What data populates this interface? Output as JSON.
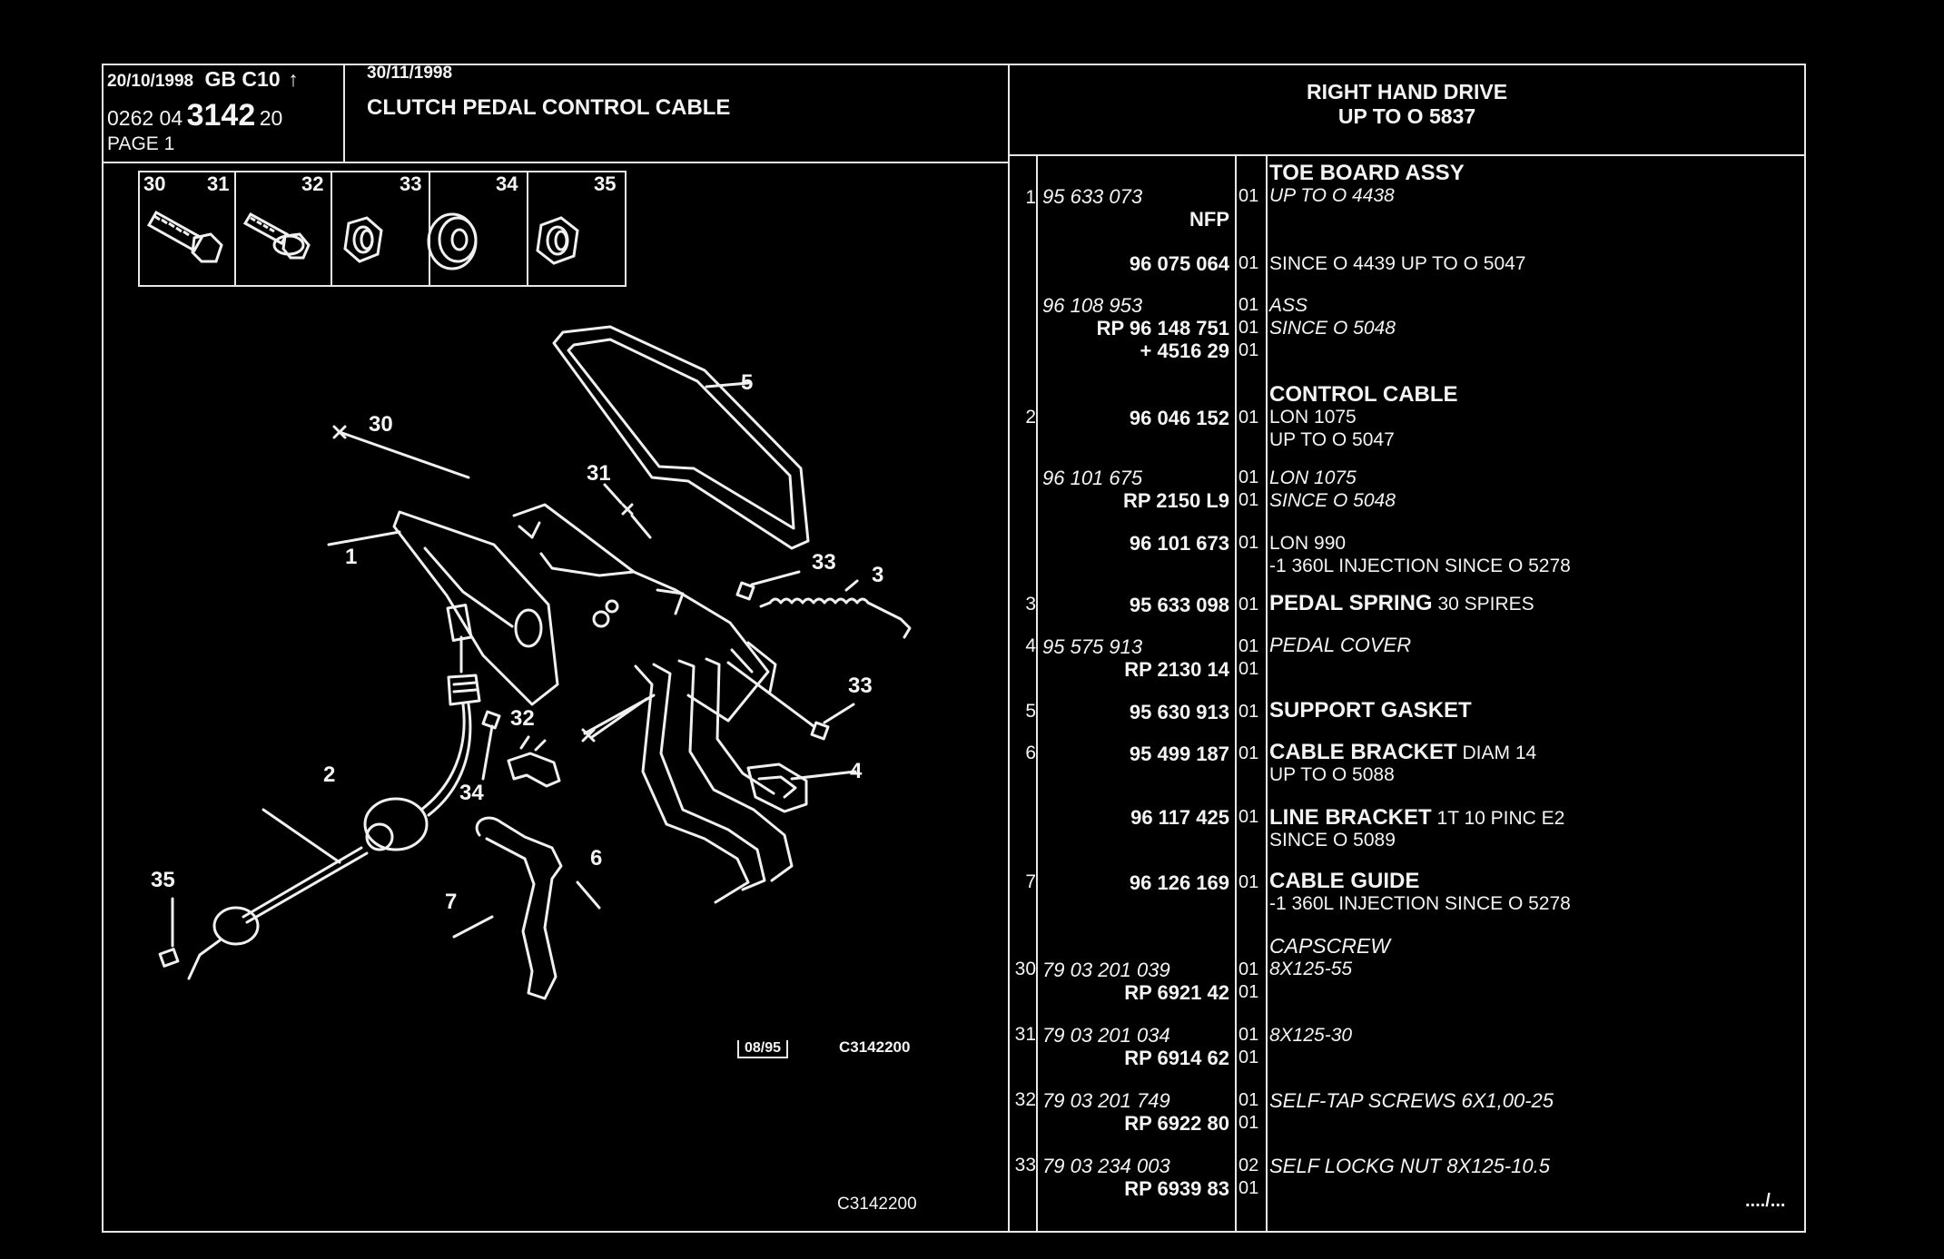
{
  "header": {
    "date1": "20/10/1998",
    "code": "GB C10",
    "arrow": "↑",
    "ref_prefix": "0262 04",
    "ref_main": "3142",
    "ref_suffix": "20",
    "page": "PAGE 1",
    "date2": "30/11/1998",
    "title": "CLUTCH PEDAL CONTROL CABLE",
    "drive_line1": "RIGHT HAND DRIVE",
    "drive_line2": "UP TO O 5837"
  },
  "thumbs": [
    {
      "a": "30",
      "b": "31",
      "icon": "bolt-icon"
    },
    {
      "b": "32",
      "icon": "flanged-bolt-icon"
    },
    {
      "b": "33",
      "icon": "nut-icon"
    },
    {
      "b": "34",
      "icon": "washer-icon"
    },
    {
      "b": "35",
      "icon": "lock-nut-icon"
    }
  ],
  "callouts": [
    "5",
    "30",
    "31",
    "1",
    "33",
    "3",
    "33",
    "32",
    "2",
    "34",
    "4",
    "6",
    "7",
    "35"
  ],
  "footer": {
    "badge": "08/95",
    "drawing_code": "C3142200",
    "page_code": "C3142200",
    "continued": "..../..."
  },
  "parts": [
    {
      "ref": "1",
      "pn1": "95 633 073",
      "pn1_italic": true,
      "pn2": "NFP",
      "q1": "01",
      "q2": "",
      "name": "TOE BOARD ASSY",
      "d1": "UP TO O 4438",
      "d1_italic": true,
      "d2": ""
    },
    {
      "ref": "",
      "pn1": "96 075 064",
      "pn1_bold_right": true,
      "pn2": "",
      "q1": "01",
      "q2": "",
      "name": "",
      "d1": "SINCE O 4439 UP TO O 5047",
      "d2": ""
    },
    {
      "ref": "",
      "pn1": "96 108 953",
      "pn1_italic": true,
      "pn2": "RP 96 148 751",
      "pn3": "+ 4516 29",
      "q1": "01",
      "q2": "01",
      "q3": "01",
      "name": "",
      "d1": "ASS",
      "d1_italic": true,
      "d2": "SINCE O 5048",
      "d2_italic": true
    },
    {
      "ref": "2",
      "pn1": "96 046 152",
      "pn1_bold_right": true,
      "pn2": "",
      "q1": "01",
      "q2": "",
      "name": "CONTROL CABLE",
      "d1": "LON 1075",
      "d2": "UP TO O 5047"
    },
    {
      "ref": "",
      "pn1": "96 101 675",
      "pn1_italic": true,
      "pn2": "RP 2150 L9",
      "q1": "01",
      "q2": "01",
      "name": "",
      "d1": "LON 1075",
      "d1_italic": true,
      "d2": "SINCE O 5048",
      "d2_italic": true
    },
    {
      "ref": "",
      "pn1": "96 101 673",
      "pn1_bold_right": true,
      "pn2": "",
      "q1": "01",
      "q2": "",
      "name": "",
      "d1": "LON 990",
      "d2": "-1 360L INJECTION SINCE O 5278"
    },
    {
      "ref": "3",
      "pn1": "95 633 098",
      "pn1_bold_right": true,
      "pn2": "",
      "q1": "01",
      "q2": "",
      "name": "PEDAL SPRING",
      "name_suffix": "30 SPIRES",
      "d1": "",
      "d2": ""
    },
    {
      "ref": "4",
      "pn1": "95 575 913",
      "pn1_italic": true,
      "pn2": "RP 2130 14",
      "q1": "01",
      "q2": "01",
      "name": "",
      "d1": "PEDAL COVER",
      "d1_italic": true,
      "d2": ""
    },
    {
      "ref": "5",
      "pn1": "95 630 913",
      "pn1_bold_right": true,
      "pn2": "",
      "q1": "01",
      "q2": "",
      "name": "SUPPORT GASKET",
      "d1": "",
      "d2": ""
    },
    {
      "ref": "6",
      "pn1": "95 499 187",
      "pn1_bold_right": true,
      "pn2": "",
      "q1": "01",
      "q2": "",
      "name": "CABLE BRACKET",
      "name_suffix": "DIAM 14",
      "d1": "UP TO O 5088",
      "d2": ""
    },
    {
      "ref": "",
      "pn1": "96 117 425",
      "pn1_bold_right": true,
      "pn2": "",
      "q1": "01",
      "q2": "",
      "name": "LINE BRACKET",
      "name_suffix": "1T 10 PINC E2",
      "d1": "SINCE O 5089",
      "d2": ""
    },
    {
      "ref": "7",
      "pn1": "96 126 169",
      "pn1_bold_right": true,
      "pn2": "",
      "q1": "01",
      "q2": "",
      "name": "CABLE GUIDE",
      "d1": "-1 360L INJECTION SINCE O 5278",
      "d2": ""
    },
    {
      "ref": "30",
      "pn1": "79 03 201 039",
      "pn1_italic": true,
      "pn2": "RP 6921 42",
      "q1": "01",
      "q2": "01",
      "name_italic": "CAPSCREW",
      "d1": "8X125-55",
      "d1_italic": true,
      "d2": ""
    },
    {
      "ref": "31",
      "pn1": "79 03 201 034",
      "pn1_italic": true,
      "pn2": "RP 6914 62",
      "q1": "01",
      "q2": "01",
      "name": "",
      "d1": "8X125-30",
      "d1_italic": true,
      "d2": ""
    },
    {
      "ref": "32",
      "pn1": "79 03 201 749",
      "pn1_italic": true,
      "pn2": "RP 6922 80",
      "q1": "01",
      "q2": "01",
      "name": "",
      "d1": "SELF-TAP SCREWS 6X1,00-25",
      "d1_italic": true,
      "d2": ""
    },
    {
      "ref": "33",
      "pn1": "79 03 234 003",
      "pn1_italic": true,
      "pn2": "RP 6939 83",
      "q1": "02",
      "q2": "01",
      "name": "",
      "d1": "SELF LOCKG NUT 8X125-10.5",
      "d1_italic": true,
      "d2": ""
    }
  ]
}
